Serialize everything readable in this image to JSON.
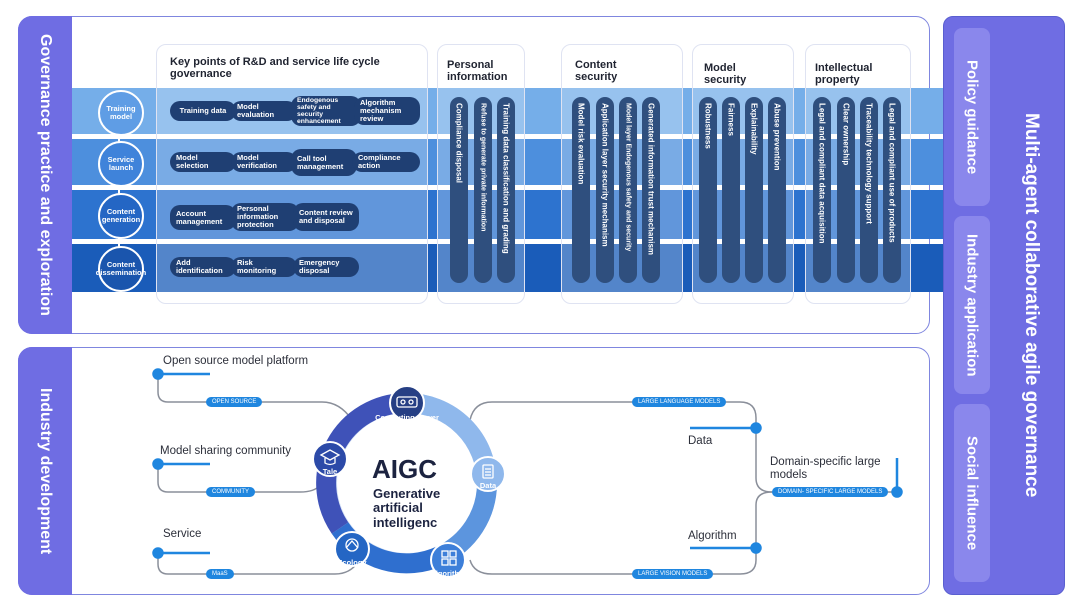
{
  "governance": {
    "title": "Governance practice and exploration",
    "stages": [
      "Training model",
      "Service launch",
      "Content generation",
      "Content dissemination"
    ],
    "lifecycle_title": "Key points of R&D and service life cycle governance",
    "lifecycle_items": [
      [
        "Training data",
        "Model evaluation",
        "Endogenous safety and security enhancement",
        "Algorithm mechanism review"
      ],
      [
        "Model selection",
        "Model verification",
        "Call tool management",
        "Compliance action"
      ],
      [
        "Account management",
        "Personal information protection",
        "Content review and disposal"
      ],
      [
        "Add identification",
        "Risk monitoring",
        "Emergency disposal"
      ]
    ],
    "columns": [
      {
        "title": "Personal information",
        "items": [
          "Compliance disposal",
          "Refuse to generate private information",
          "Training data classification and grading"
        ]
      },
      {
        "title": "Content security",
        "items": [
          "Model risk evaluation",
          "Application layer security mechanism",
          "Model layer Endogenous safety and security",
          "Generated information trust mechanism"
        ]
      },
      {
        "title": "Model security",
        "items": [
          "Robustness",
          "Fairness",
          "Explainability",
          "Abuse prevention"
        ]
      },
      {
        "title": "Intellectual property",
        "items": [
          "Legal and compliant data acquisition",
          "Clear ownership",
          "Traceability technology support",
          "Legal and compliant use of products"
        ]
      }
    ]
  },
  "industry": {
    "title": "Industry development",
    "left_labels": [
      "Open source model platform",
      "Model sharing community",
      "Service"
    ],
    "left_tags": [
      "OPEN SOURCE",
      "COMMUNITY",
      "MaaS"
    ],
    "right_labels": [
      "Data",
      "Domain-specific large models",
      "Algorithm"
    ],
    "right_tags": [
      "LARGE LANGUAGE MODELS",
      "DOMAIN- SPECIFIC LARGE MODELS",
      "LARGE VISION MODELS"
    ],
    "center_title": "AIGC",
    "center_subtitle": "Generative artificial intelligenc",
    "ring_nodes": [
      "Computing power",
      "Data",
      "Algorithm",
      "Ecology",
      "Tale"
    ]
  },
  "right": {
    "title": "Multi-agent collaborative agile governance",
    "tabs": [
      "Policy guidance",
      "Industry application",
      "Social influence"
    ]
  },
  "colors": {
    "accent": "#6f6de3",
    "band1": "#75aee9",
    "band2": "#4d8fdd",
    "band3": "#2d73cf",
    "band4": "#1a5cb9",
    "pill": "#1f3f73",
    "ring": "#3f7fd6"
  }
}
